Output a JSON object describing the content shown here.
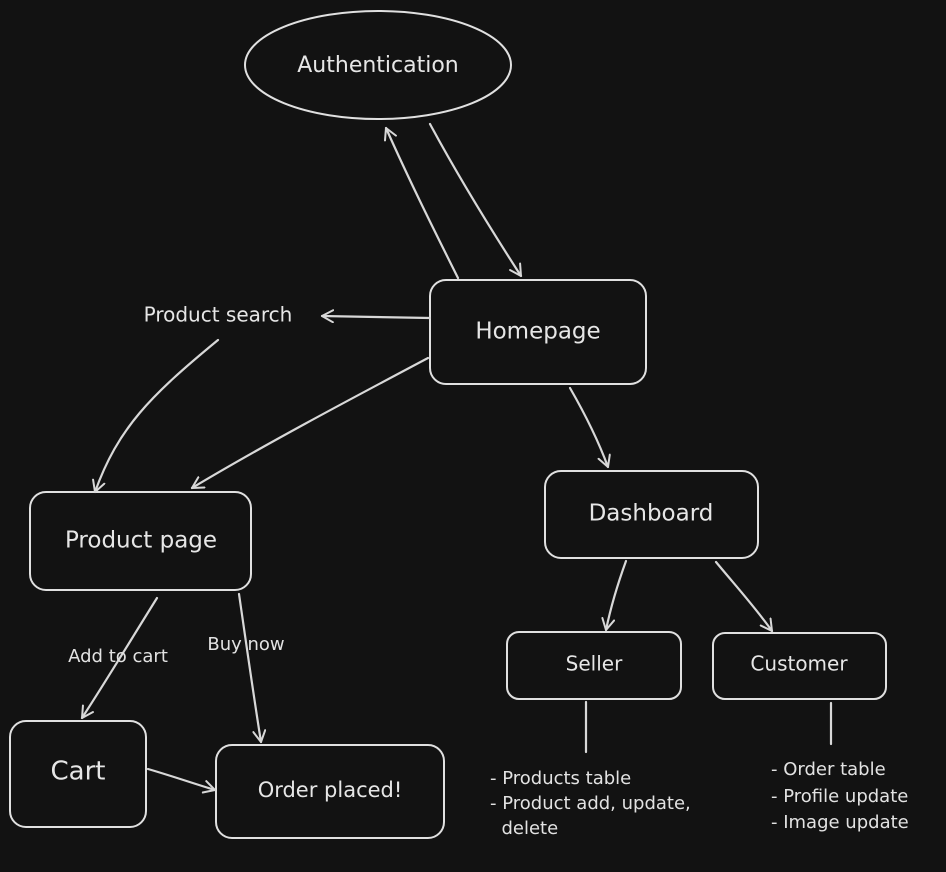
{
  "nodes": {
    "authentication": "Authentication",
    "homepage": "Homepage",
    "product_search": "Product search",
    "product_page": "Product page",
    "dashboard": "Dashboard",
    "seller": "Seller",
    "customer": "Customer",
    "cart": "Cart",
    "order_placed": "Order placed!"
  },
  "edge_labels": {
    "add_to_cart": "Add to cart",
    "buy_now": "Buy now"
  },
  "notes": {
    "seller": [
      "- Products table",
      "- Product add, update,",
      "  delete"
    ],
    "customer": [
      "- Order table",
      "- Profile update",
      "- Image update"
    ]
  },
  "colors": {
    "background": "#121212",
    "stroke": "#e0e0e0",
    "text": "#e6e6e6"
  }
}
